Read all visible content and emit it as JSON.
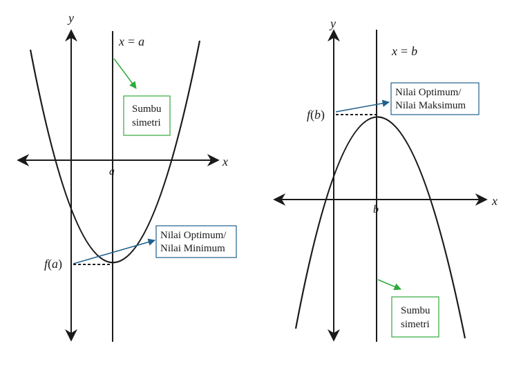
{
  "left_panel": {
    "y_label": "y",
    "x_label": "x",
    "axis_eq_lhs": "x",
    "axis_eq_sign": "=",
    "axis_eq_rhs": "a",
    "tick_label": "a",
    "value_fn": "f",
    "value_arg": "a",
    "symmetry_box": {
      "line1": "Sumbu",
      "line2": "simetri",
      "border_color": "#2eaa3a"
    },
    "optimum_box": {
      "line1": "Nilai Optimum/",
      "line2": "Nilai Minimum",
      "border_color": "#1f5f8b"
    }
  },
  "right_panel": {
    "y_label": "y",
    "x_label": "x",
    "axis_eq_lhs": "x",
    "axis_eq_sign": "=",
    "axis_eq_rhs": "b",
    "tick_label": "b",
    "value_fn": "f",
    "value_arg": "b",
    "symmetry_box": {
      "line1": "Sumbu",
      "line2": "simetri",
      "border_color": "#2eaa3a"
    },
    "optimum_box": {
      "line1": "Nilai Optimum/",
      "line2": "Nilai Maksimum",
      "border_color": "#1f5f8b"
    }
  },
  "colors": {
    "green_arrow": "#2eaa3a",
    "blue_arrow": "#1f5f8b"
  }
}
